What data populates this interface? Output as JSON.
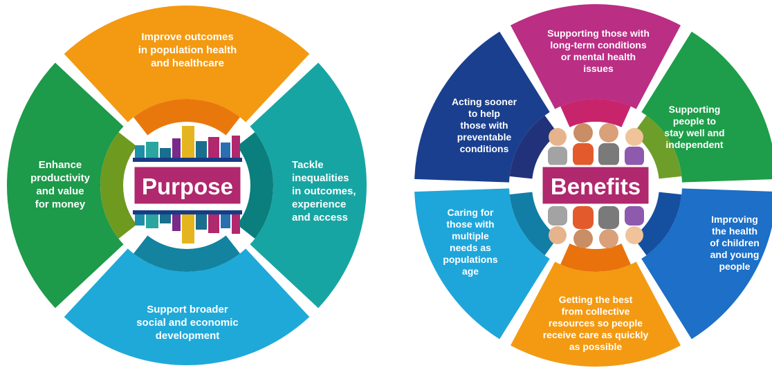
{
  "purpose": {
    "center_label": "Purpose",
    "segments": [
      {
        "id": "top",
        "color": "#F39A12",
        "inner": "#E9780C",
        "lines": [
          "Improve outcomes",
          "in population health",
          "and healthcare"
        ]
      },
      {
        "id": "right",
        "color": "#17A5A3",
        "inner": "#0B7E7E",
        "lines": [
          "Tackle",
          "inequalities",
          "in outcomes,",
          "experience",
          "and access"
        ]
      },
      {
        "id": "bottom",
        "color": "#1FA9D9",
        "inner": "#13839F",
        "lines": [
          "Support broader",
          "social and economic",
          "development"
        ]
      },
      {
        "id": "left",
        "color": "#1D9A4A",
        "inner": "#6E9A1F",
        "lines": [
          "Enhance",
          "productivity",
          "and value",
          "for money"
        ]
      }
    ]
  },
  "benefits": {
    "center_label": "Benefits",
    "segments": [
      {
        "id": "top",
        "color": "#BA2E84",
        "inner": "#C8246C",
        "lines": [
          "Supporting those with",
          "long-term conditions",
          "or mental health",
          "issues"
        ]
      },
      {
        "id": "top-right",
        "color": "#1E9E4A",
        "inner": "#6E9E2A",
        "lines": [
          "Supporting",
          "people to",
          "stay well and",
          "independent"
        ]
      },
      {
        "id": "bottom-right",
        "color": "#1D6FC7",
        "inner": "#1550A0",
        "lines": [
          "Improving",
          "the health",
          "of children",
          "and young",
          "people"
        ]
      },
      {
        "id": "bottom",
        "color": "#F39A12",
        "inner": "#E9720C",
        "lines": [
          "Getting the best",
          "from collective",
          "resources so people",
          "receive care as quickly",
          "as possible"
        ]
      },
      {
        "id": "bottom-left",
        "color": "#1EA6DA",
        "inner": "#137EA5",
        "lines": [
          "Caring for",
          "those with",
          "multiple",
          "needs as",
          "populations",
          "age"
        ]
      },
      {
        "id": "top-left",
        "color": "#1A3F8E",
        "inner": "#22327A",
        "lines": [
          "Acting sooner",
          "to help",
          "those with",
          "preventable",
          "conditions"
        ]
      }
    ]
  },
  "colors": {
    "label_banner": "#B0286E",
    "label_border": "#ffffff"
  }
}
